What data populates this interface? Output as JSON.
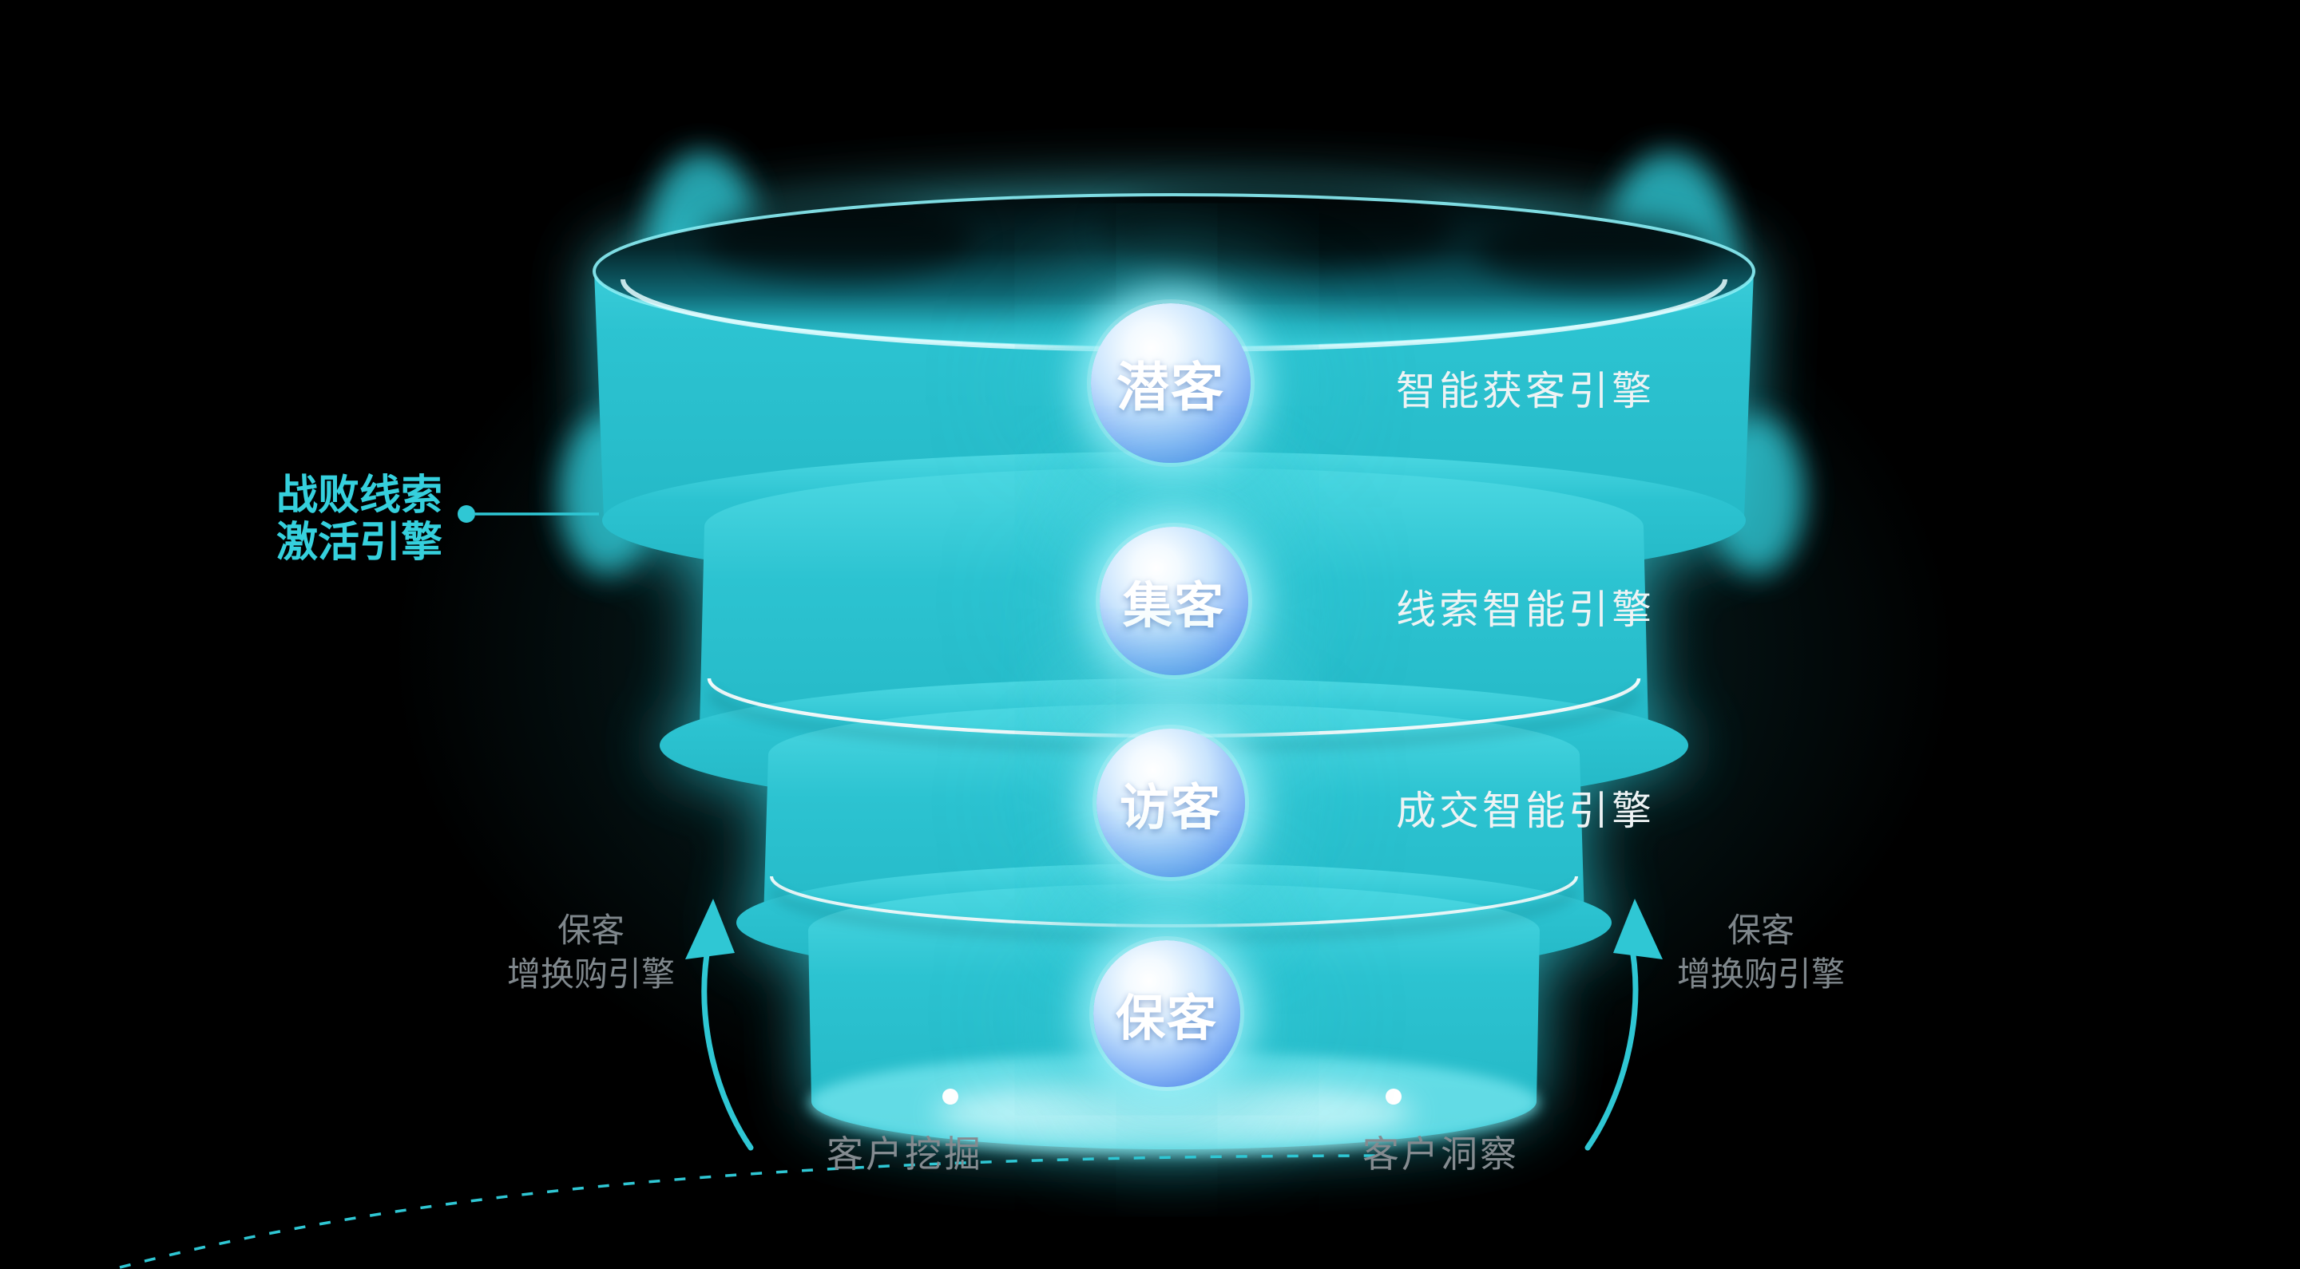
{
  "funnel": {
    "stages": [
      {
        "badge": "潜客",
        "engine_label": "智能获客引擎"
      },
      {
        "badge": "集客",
        "engine_label": "线索智能引擎"
      },
      {
        "badge": "访客",
        "engine_label": "成交智能引擎"
      },
      {
        "badge": "保客"
      }
    ],
    "lost_lead_label": {
      "line1": "战败线索",
      "line2": "激活引擎"
    },
    "repurchase_label_left": {
      "line1": "保客",
      "line2": "增换购引擎"
    },
    "repurchase_label_right": {
      "line1": "保客",
      "line2": "增换购引擎"
    },
    "bottom_left_label": "客户挖掘",
    "bottom_right_label": "客户洞察",
    "colors": {
      "background": "#000000",
      "funnel_teal": "#2fc7d4",
      "accent_teal_text": "#35d0dd",
      "badge_blue": "#4a7fe4",
      "muted_gray_text": "#7f878c",
      "white_text": "#eef3f4"
    }
  }
}
